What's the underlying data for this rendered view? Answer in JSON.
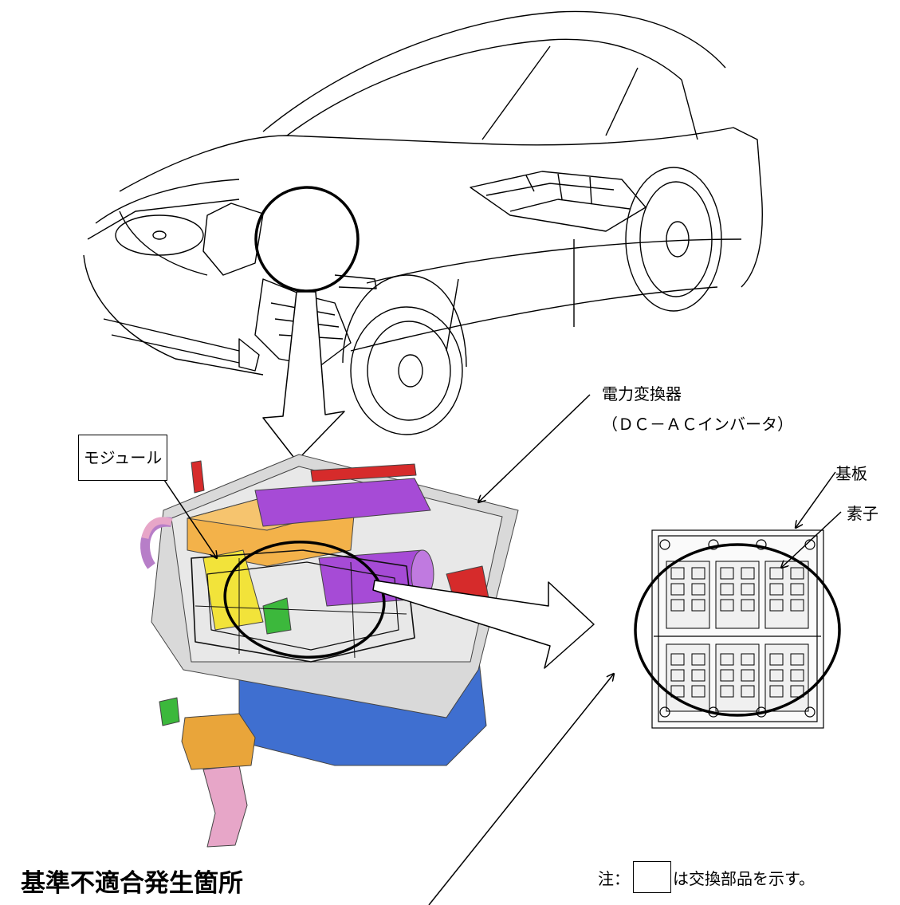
{
  "labels": {
    "converter_line1": "電力変換器",
    "converter_line2": "（ＤＣ－ＡＣインバータ）",
    "module": "モジュール",
    "substrate": "基板",
    "element": "素子",
    "title": "基準不適合発生箇所",
    "note_prefix": "注：",
    "note_suffix": "は交換部品を示す。"
  },
  "colors": {
    "stroke": "#000000",
    "housing": "#d9d9d9",
    "capacitor": "#f3b24a",
    "cylinder": "#a64bd6",
    "bus_red": "#d62b2b",
    "base_blue": "#3f6fd0",
    "bracket_pink": "#e7a6c8",
    "connector_orange": "#e9a53a",
    "green": "#3cb83c",
    "yellow": "#f2e33a"
  }
}
